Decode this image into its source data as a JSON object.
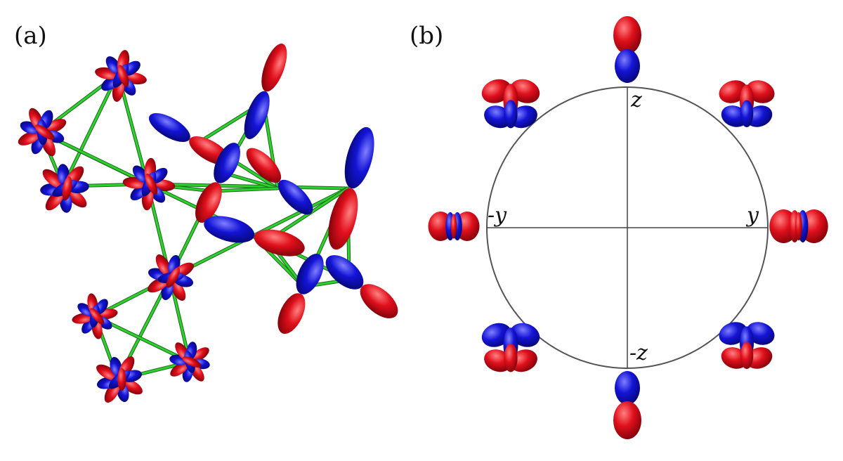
{
  "panels": {
    "a": {
      "label": "(a)"
    },
    "b": {
      "label": "(b)",
      "axes": {
        "z": "z",
        "neg_z": "-z",
        "y": "y",
        "neg_y": "-y"
      }
    }
  },
  "colors": {
    "positive_lobe": "#e0101c",
    "negative_lobe": "#1414d6",
    "bond": "#2ed02e",
    "bond_dark": "#1f6a1f",
    "circle": "#555555"
  }
}
